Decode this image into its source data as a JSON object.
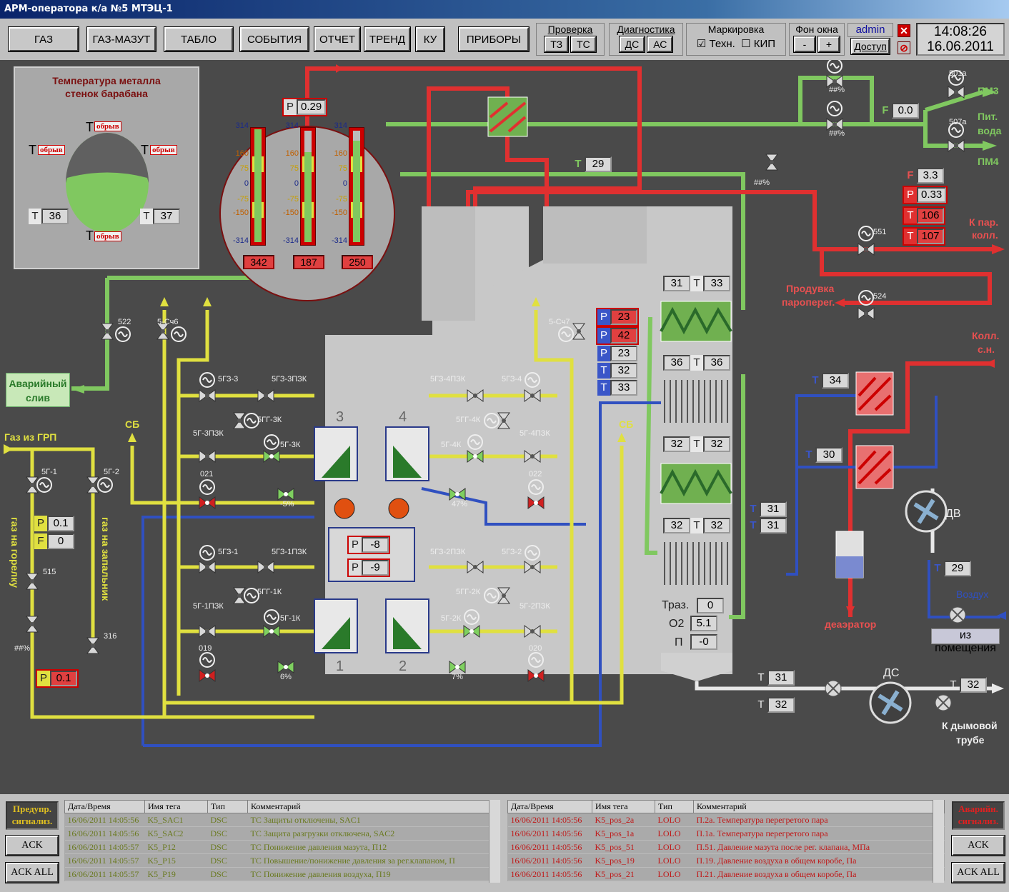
{
  "title": "АРМ-оператора к/а №5 МТЭЦ-1",
  "menu": {
    "gas": "ГАЗ",
    "gasmazut": "ГАЗ-МАЗУТ",
    "tablo": "ТАБЛО",
    "events": "СОБЫТИЯ",
    "report": "ОТЧЕТ",
    "trend": "ТРЕНД",
    "ku": "КУ",
    "pribory": "ПРИБОРЫ"
  },
  "check": {
    "label": "Проверка",
    "tz": "ТЗ",
    "ts": "ТС"
  },
  "diag": {
    "label": "Диагностика",
    "ds": "ДС",
    "as": "АС"
  },
  "mark": {
    "label": "Маркировка",
    "tech": "Техн.",
    "kip": "КИП",
    "tech_check": "☑",
    "kip_check": "☐"
  },
  "bg": {
    "label": "Фон окна",
    "minus": "-",
    "plus": "+"
  },
  "user": {
    "name": "admin",
    "access": "Доступ"
  },
  "clock": {
    "time": "14:08:26",
    "date": "16.06.2011"
  },
  "drum": {
    "title1": "Температура металла",
    "title2": "стенок барабана",
    "t": "T",
    "broken": "обрыв",
    "v1": "36",
    "v2": "37"
  },
  "gauge": {
    "p": "P",
    "pval": "0.29",
    "ticks": [
      "314",
      "160",
      "75",
      "0",
      "-75",
      "-150",
      "-314"
    ],
    "values": [
      "342",
      "187",
      "250"
    ]
  },
  "labels": {
    "avar": "Аварийный",
    "sliv": "слив",
    "gaz_grp": "Газ из ГРП",
    "sb": "СБ",
    "gaz_gor": "газ на горелку",
    "gaz_zap": "газ на запальник",
    "pm3": "ПМ3",
    "pit": "Пит.",
    "voda": "вода",
    "pm4": "ПМ4",
    "k_par": "К пар.",
    "koll": "колл.",
    "produv": "Продувка",
    "paroper": "пароперег.",
    "kollsn1": "Колл.",
    "kollsn2": "с.н.",
    "dv": "ДВ",
    "ds": "ДС",
    "deaer": "деаэратор",
    "vozduh": "Воздух",
    "izpom": "из помещения",
    "k_dym": "К дымовой",
    "truba": "трубе",
    "traz": "Траз.",
    "o2": "О2",
    "p_": "П",
    "hashpct": "##%"
  },
  "valves": {
    "v522": "522",
    "v5s6": "5-Сч6",
    "v5s7": "5-Сч7",
    "v5g1": "5Г-1",
    "v5g2": "5Г-2",
    "v515": "515",
    "v316": "316",
    "v5gz3": "5ГЗ-3",
    "v5gz3pzk": "5ГЗ-3ПЗК",
    "v5gg3k": "5ГГ-3К",
    "v5g3pzk": "5Г-3ПЗК",
    "v5g3k": "5Г-3К",
    "v021": "021",
    "v5gz4pzk": "5ГЗ-4ПЗК",
    "v5gz4": "5ГЗ-4",
    "v5gg4k": "5ГГ-4К",
    "v5g4k": "5Г-4К",
    "v5g4pzk": "5Г-4ПЗК",
    "v022": "022",
    "v5gz1": "5ГЗ-1",
    "v5gz1pzk": "5ГЗ-1ПЗК",
    "v5gg1k": "5ГГ-1К",
    "v5g1pzk": "5Г-1ПЗК",
    "v5g1k": "5Г-1К",
    "v019": "019",
    "v5gz2pzk": "5ГЗ-2ПЗК",
    "v5gz2": "5ГЗ-2",
    "v5gg2k": "5ГГ-2К",
    "v5g2k": "5Г-2К",
    "v5g2pzk": "5Г-2ПЗК",
    "v020": "020",
    "v501a": "501a",
    "v507a": "507a",
    "v551": "551",
    "v524": "524",
    "p5": "-5%",
    "p47": "47%",
    "p6": "6%",
    "p7": "7%"
  },
  "burners": {
    "b1": "1",
    "b2": "2",
    "b3": "3",
    "b4": "4"
  },
  "values": {
    "F_pit": "0.0",
    "T29a": "29",
    "F33": "3.3",
    "P033": "0.33",
    "T106": "106",
    "T107": "107",
    "P01": "0.1",
    "F0": "0",
    "P01b": "0.1",
    "Pm8": "-8",
    "Pm9": "-9",
    "P23": "23",
    "P42": "42",
    "P23b": "23",
    "T32": "32",
    "T33": "33",
    "c1a": "31",
    "c1b": "33",
    "c2a": "36",
    "c2b": "36",
    "c3a": "32",
    "c3b": "32",
    "c4a": "32",
    "c4b": "32",
    "T31a": "31",
    "T31b": "31",
    "T34": "34",
    "T30": "30",
    "T29b": "29",
    "traz": "0",
    "o2": "5.1",
    "p": "-0",
    "Tg1": "31",
    "Tg2": "32",
    "Tg3": "32"
  },
  "warn": {
    "label1": "Предупр.",
    "label2": "сигнализ.",
    "ack": "ACK",
    "ackall": "ACK ALL"
  },
  "alarm": {
    "label1": "Аварийн.",
    "label2": "сигнализ.",
    "ack": "ACK",
    "ackall": "ACK ALL"
  },
  "cols": {
    "dt": "Дата/Время",
    "tag": "Имя тега",
    "type": "Тип",
    "comment": "Комментарий"
  },
  "warn_rows": [
    {
      "dt": "16/06/2011 14:05:56",
      "tag": "K5_SAC1",
      "type": "DSC",
      "comment": "ТС Защиты отключены, SAC1"
    },
    {
      "dt": "16/06/2011 14:05:56",
      "tag": "K5_SAC2",
      "type": "DSC",
      "comment": "ТС Защита разгрузки отключена, SAC2"
    },
    {
      "dt": "16/06/2011 14:05:57",
      "tag": "K5_P12",
      "type": "DSC",
      "comment": "ТС Понижение давления мазута, П12"
    },
    {
      "dt": "16/06/2011 14:05:57",
      "tag": "K5_P15",
      "type": "DSC",
      "comment": "ТС Повышение/понижение давления за рег.клапаном, П"
    },
    {
      "dt": "16/06/2011 14:05:57",
      "tag": "K5_P19",
      "type": "DSC",
      "comment": "ТС Понижение давления воздуха, П19"
    }
  ],
  "alarm_rows": [
    {
      "dt": "16/06/2011 14:05:56",
      "tag": "K5_pos_2a",
      "type": "LOLO",
      "comment": "П.2а. Температура перегретого пара"
    },
    {
      "dt": "16/06/2011 14:05:56",
      "tag": "K5_pos_1a",
      "type": "LOLO",
      "comment": "П.1а. Температура перегретого пара"
    },
    {
      "dt": "16/06/2011 14:05:56",
      "tag": "K5_pos_51",
      "type": "LOLO",
      "comment": "П.51. Давление мазута после рег. клапана, МПа"
    },
    {
      "dt": "16/06/2011 14:05:56",
      "tag": "K5_pos_19",
      "type": "LOLO",
      "comment": "П.19. Давление воздуха в общем коробе, Па"
    },
    {
      "dt": "16/06/2011 14:05:56",
      "tag": "K5_pos_21",
      "type": "LOLO",
      "comment": "П.21. Давление воздуха в общем коробе, Па"
    }
  ]
}
